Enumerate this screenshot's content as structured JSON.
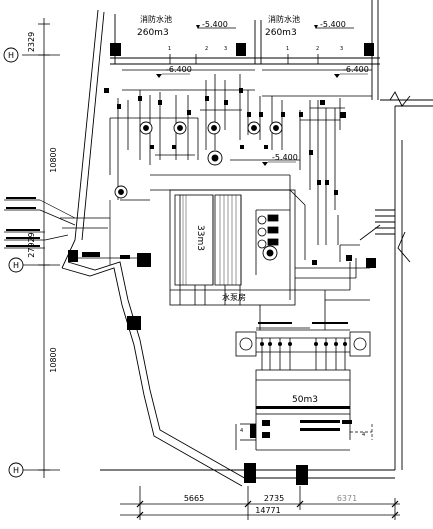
{
  "tanks": {
    "pool_left": {
      "title": "消防水池",
      "capacity": "260m3",
      "level": "-5.400"
    },
    "pool_right": {
      "title": "消防水池",
      "capacity": "260m3",
      "level": "-5.400"
    },
    "tank_33": "33m3",
    "tank_50": "50m3"
  },
  "rooms": {
    "pump_room": "水泵房"
  },
  "levels": {
    "top_left": "-6.400",
    "top_right": "-6.400",
    "mid": "-5.400"
  },
  "axis_markers": {
    "top": "H",
    "middle": "H",
    "bottom": "H"
  },
  "dimensions": {
    "vertical_top": "2329",
    "vertical_upper": "10800",
    "vertical_total": "27929",
    "vertical_lower": "10800",
    "bottom_left": "5665",
    "bottom_mid": "2735",
    "bottom_right": "6371",
    "bottom_total": "14771"
  },
  "pipe_marks": [
    "1",
    "2",
    "3",
    "1",
    "2",
    "3",
    "4",
    "4"
  ],
  "colors": {
    "line": "#000000",
    "grey": "#8a8a8a",
    "background": "#ffffff"
  }
}
